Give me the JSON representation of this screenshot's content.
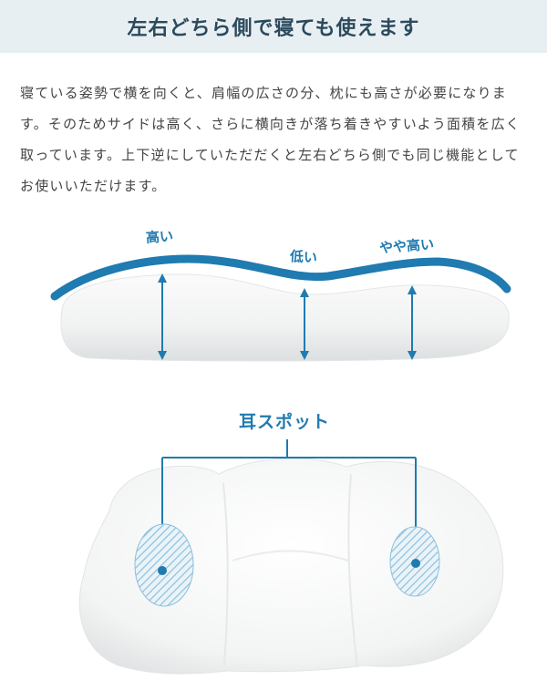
{
  "header": {
    "title": "左右どちら側で寝ても使えます"
  },
  "body_text": "寝ている姿勢で横を向くと、肩幅の広さの分、枕にも高さが必要になります。そのためサイドは高く、さらに横向きが落ち着きやすいよう面積を広く取っています。上下逆にしていただだくと左右どちら側でも同じ機能としてお使いいただけます。",
  "pillow_side_view": {
    "labels": {
      "high": "高い",
      "low": "低い",
      "mid_high": "やや高い"
    }
  },
  "pillow_top_view": {
    "ear_spot_label": "耳スポット"
  },
  "colors": {
    "accent": "#1f7bb0",
    "header_bg": "#e8eff3",
    "header_text": "#2c4a5c"
  }
}
